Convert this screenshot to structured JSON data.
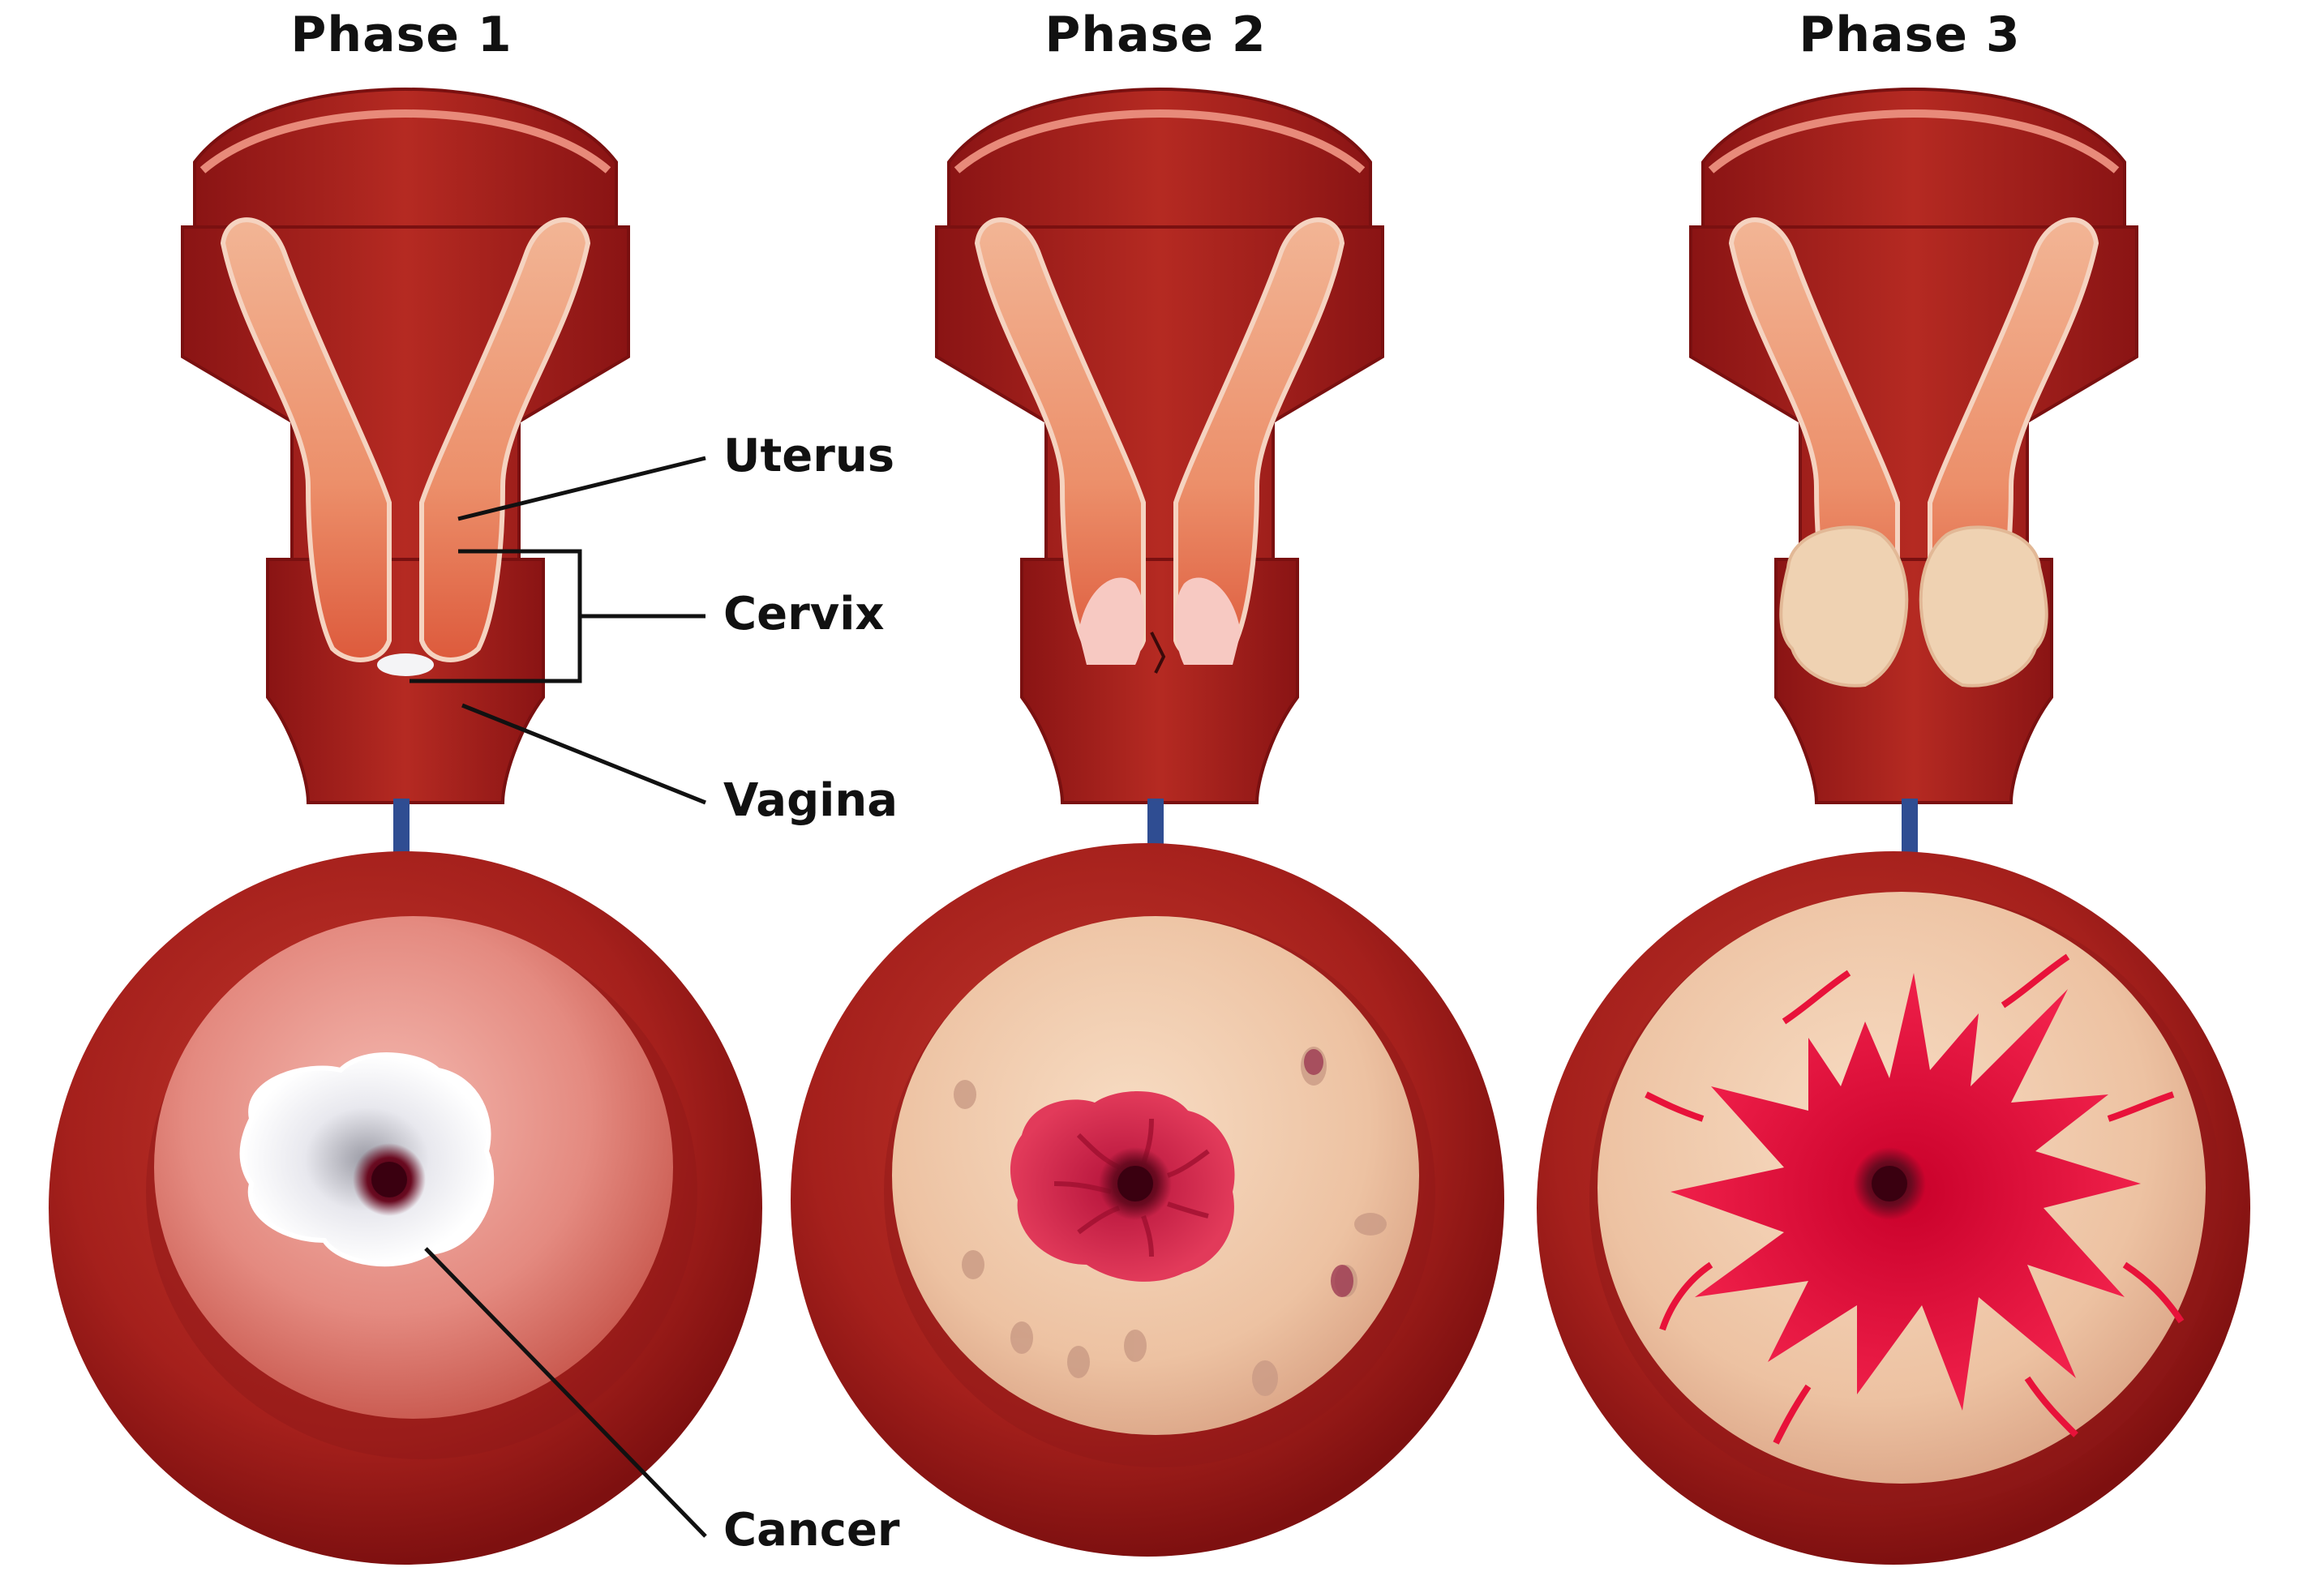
{
  "phases": [
    {
      "title": "Phase 1"
    },
    {
      "title": "Phase 2"
    },
    {
      "title": "Phase 3"
    }
  ],
  "labels": {
    "uterus": "Uterus",
    "cervix": "Cervix",
    "vagina": "Vagina",
    "cancer": "Cancer"
  },
  "colors": {
    "tissue_dark": "#8e1616",
    "tissue_mid": "#b72a22",
    "tissue_light": "#e0756a",
    "lining": "#f0a882",
    "arrow": "#2f4d92",
    "lesion_white": "#f3f3f5",
    "lesion_pink": "#e23a5a",
    "lesion_red": "#e8123a",
    "cervix_face_beige": "#f0c8a8"
  },
  "icons": [
    "down-arrow-icon"
  ]
}
